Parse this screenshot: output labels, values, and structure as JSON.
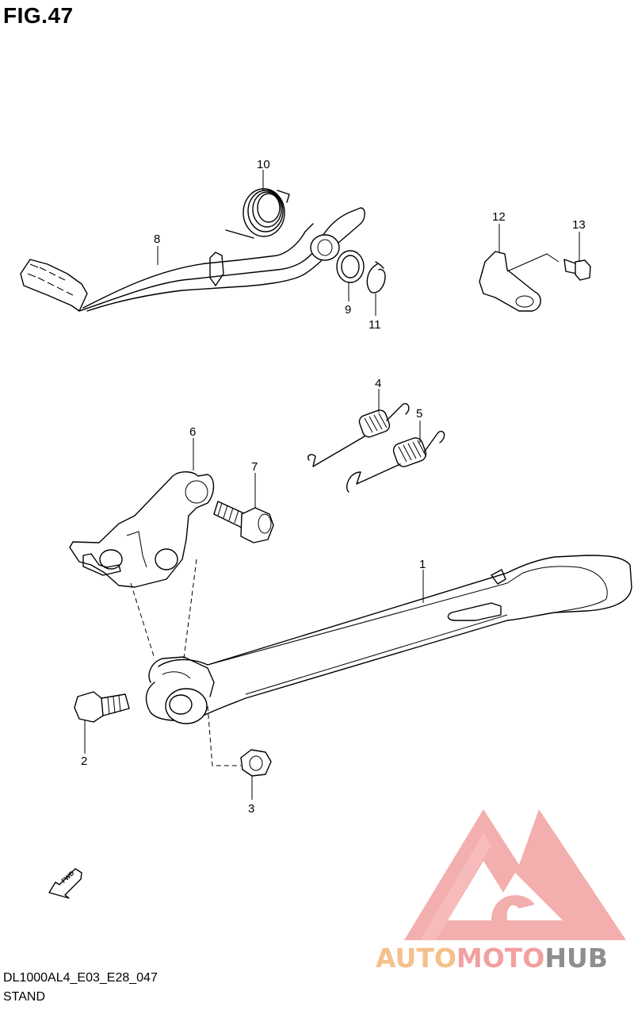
{
  "figure": {
    "title": "FIG.47",
    "code": "DL1000AL4_E03_E28_047",
    "subtitle": "STAND"
  },
  "callouts": {
    "c1": "1",
    "c2": "2",
    "c3": "3",
    "c4": "4",
    "c5": "5",
    "c6": "6",
    "c7": "7",
    "c8": "8",
    "c9": "9",
    "c10": "10",
    "c11": "11",
    "c12": "12",
    "c13": "13"
  },
  "fwd_label": "FWD",
  "watermark": {
    "part1": "AUTO",
    "part2": "MOTO",
    "part3": "HUB",
    "colors": {
      "orange": "#f6c08a",
      "pink": "#f2a0a0",
      "gray": "#8e8e8e"
    }
  }
}
